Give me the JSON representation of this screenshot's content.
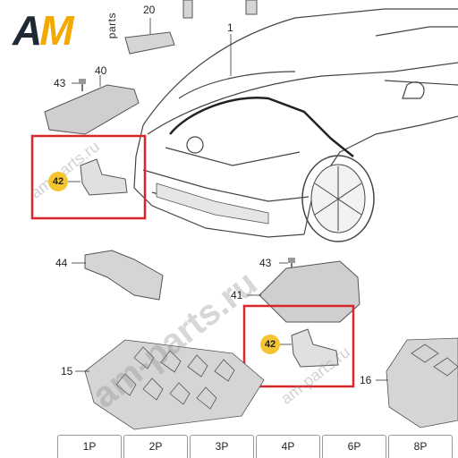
{
  "brand": {
    "logo_main_a": "A",
    "logo_main_m": "M",
    "logo_sub": "parts"
  },
  "watermarks": {
    "large": "am-parts.ru",
    "small": "am-parts.ru"
  },
  "callouts": {
    "c1": "1",
    "c20": "20",
    "c43_top": "43",
    "c40": "40",
    "c42_top": "42",
    "c44": "44",
    "c43_mid": "43",
    "c41": "41",
    "c42_bottom": "42",
    "c15": "15",
    "c16": "16"
  },
  "tabs": [
    "1P",
    "2P",
    "3P",
    "4P",
    "6P",
    "8P"
  ],
  "colors": {
    "highlight_box": "#d9262c",
    "callout_highlight": "#f5c531",
    "part_gray": "#cfcfcf",
    "line": "#333333"
  }
}
